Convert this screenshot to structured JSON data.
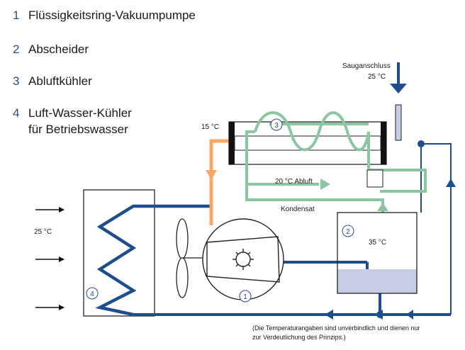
{
  "legend": [
    {
      "num": "1",
      "text": "Flüssigkeitsring-Vakuumpumpe"
    },
    {
      "num": "2",
      "text": "Abscheider"
    },
    {
      "num": "3",
      "text": "Abluftkühler"
    },
    {
      "num": "4",
      "text": "Luft-Wasser-Kühler",
      "text2": "für Betriebswasser"
    }
  ],
  "labels": {
    "suction_1": "Sauganschluss",
    "suction_2": "25 °C",
    "temp_15": "15 °C",
    "exhaust": "20 °C Abluft",
    "condensate": "Kondensat",
    "ambient": "25 °C",
    "separator_temp": "35 °C"
  },
  "markers": {
    "m1": "1",
    "m2": "2",
    "m3": "3",
    "m4": "4"
  },
  "note": {
    "line1": "(Die Temperaturangaben sind unverbindlich und dienen nur",
    "line2": "zur Verdeutlichung des Prinzips.)"
  },
  "colors": {
    "water": "#1f4e8c",
    "air": "#8cc6a0",
    "hot": "#f4a96a",
    "liquid": "#c8cde6"
  }
}
